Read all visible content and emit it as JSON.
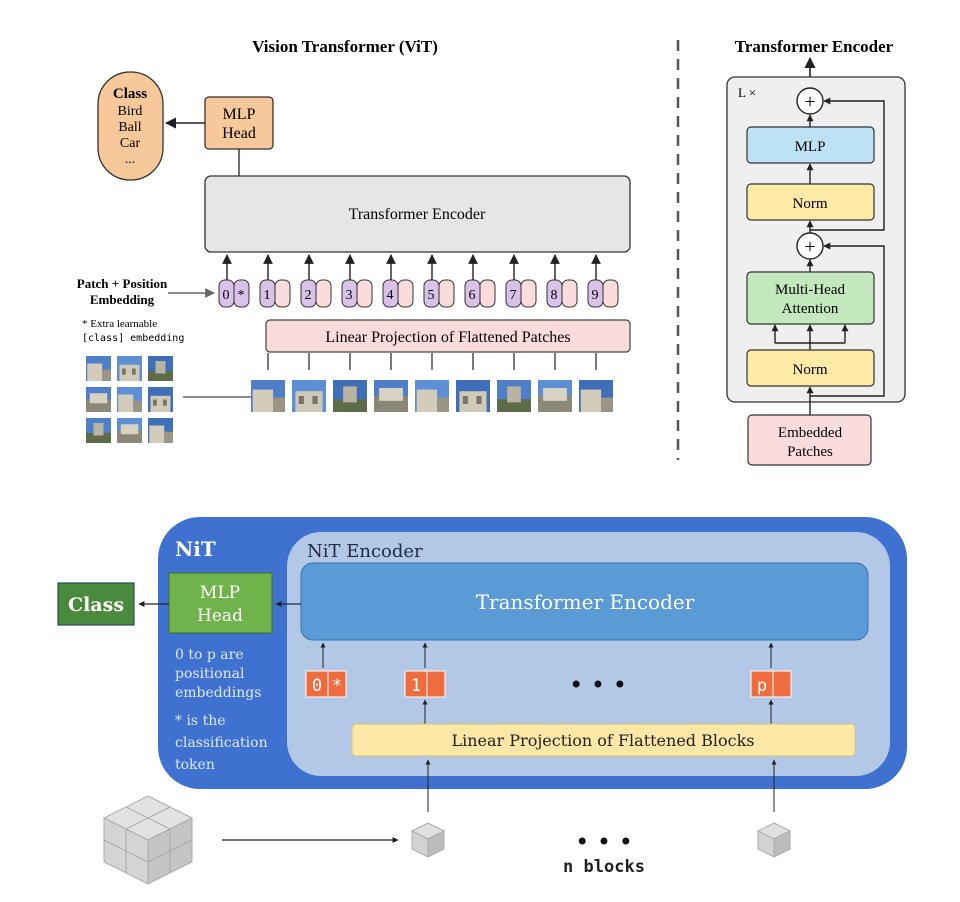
{
  "vit": {
    "title": "Vision Transformer (ViT)",
    "class_box": {
      "title": "Class",
      "items": [
        "Bird",
        "Ball",
        "Car",
        "..."
      ]
    },
    "mlp_head": [
      "MLP",
      "Head"
    ],
    "encoder_label": "Transformer Encoder",
    "patch_position_label": [
      "Patch + Position",
      "Embedding"
    ],
    "extra_note": [
      "* Extra learnable",
      "[class] embedding"
    ],
    "token_labels": [
      "0",
      "1",
      "2",
      "3",
      "4",
      "5",
      "6",
      "7",
      "8",
      "9"
    ],
    "cls_marker": "*",
    "projection_label": "Linear Projection of Flattened Patches"
  },
  "encoder_detail": {
    "title": "Transformer Encoder",
    "repeat_label": "L ×",
    "plus_symbol": "+",
    "mlp_label": "MLP",
    "norm_label": "Norm",
    "attention_label": [
      "Multi-Head",
      "Attention"
    ],
    "input_label": [
      "Embedded",
      "Patches"
    ]
  },
  "nit": {
    "title": "NiT",
    "encoder_title": "NiT Encoder",
    "transformer_label": "Transformer Encoder",
    "mlp_head": [
      "MLP",
      "Head"
    ],
    "class_label": "Class",
    "notes": [
      "0 to p are",
      "positional",
      "embeddings",
      "* is the",
      "classification",
      "token"
    ],
    "tokens": {
      "first": "0",
      "cls": "*",
      "second": "1",
      "last": "p"
    },
    "ellipsis": "• • •",
    "projection_label": "Linear Projection of Flattened Blocks",
    "blocks_label": "n blocks",
    "colors": {
      "outer": "#3f72d0",
      "inner": "#b3c7e6",
      "transformer": "#5b9bd5",
      "mlp_head": "#70b34a",
      "class_box": "#4a8a3c",
      "token": "#ef6c3e",
      "projection": "#fce8a6"
    }
  }
}
